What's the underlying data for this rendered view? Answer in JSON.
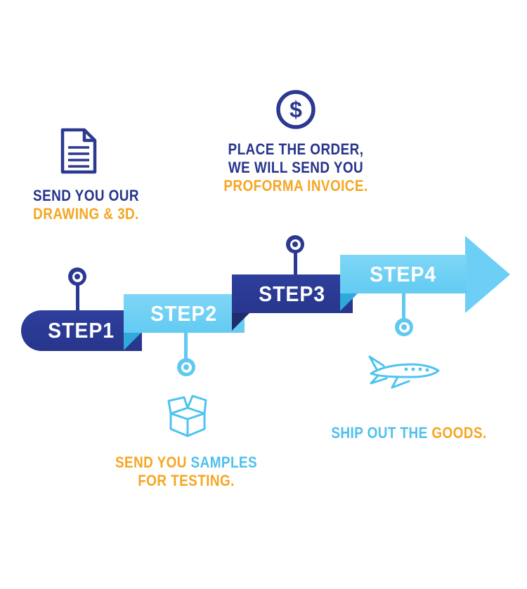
{
  "colors": {
    "navy": "#2b3990",
    "navy_dark": "#1f2c6e",
    "light_blue": "#6dcff6",
    "light_blue_dark": "#2fa8dc",
    "orange": "#f5a623",
    "step_text": "#ffffff"
  },
  "steps": [
    {
      "label": "STEP1"
    },
    {
      "label": "STEP2"
    },
    {
      "label": "STEP3"
    },
    {
      "label": "STEP4"
    }
  ],
  "captions": {
    "drawing": {
      "line1": "SEND YOU OUR",
      "line2": "DRAWING & 3D."
    },
    "order": {
      "line1": "PLACE THE ORDER,",
      "line2": "WE WILL SEND YOU",
      "line3": "PROFORMA INVOICE."
    },
    "samples": {
      "line1_orange": "SEND YOU ",
      "line1_blue": "SAMPLES",
      "line2": "FOR TESTING."
    },
    "ship": {
      "blue": "SHIP OUT THE ",
      "orange": "GOODS."
    }
  },
  "icons": {
    "dollar": "$",
    "names": [
      "document-icon",
      "dollar-icon",
      "package-icon",
      "plane-icon"
    ]
  }
}
